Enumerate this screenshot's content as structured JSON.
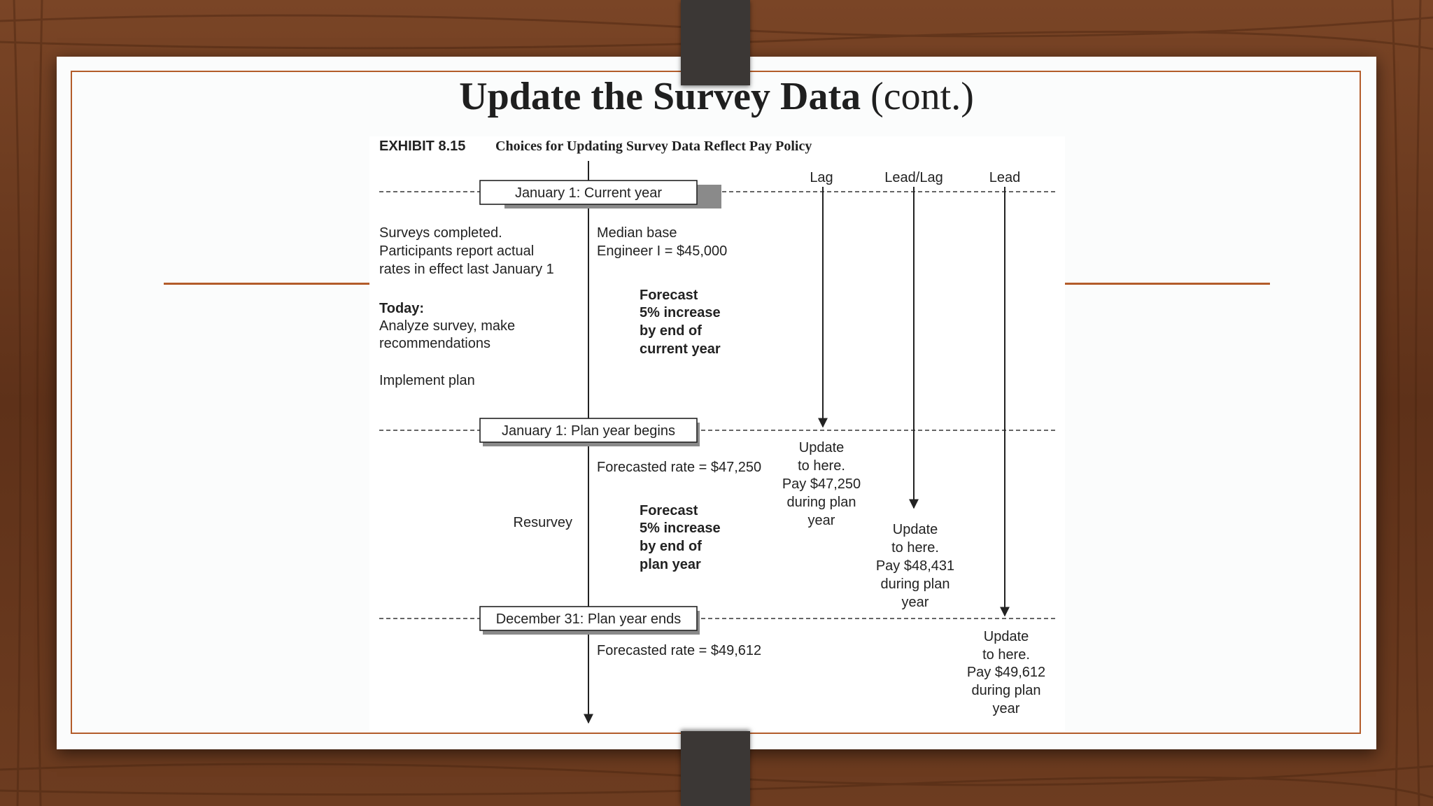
{
  "slide": {
    "title_bold": "Update the Survey Data",
    "title_rest": " (cont.)"
  },
  "exhibit": {
    "label": "EXHIBIT 8.15",
    "caption": "Choices for Updating Survey Data Reflect Pay Policy",
    "columns": {
      "lag": "Lag",
      "leadlag": "Lead/Lag",
      "lead": "Lead"
    },
    "milestones": {
      "current_year": "January 1: Current year",
      "plan_begins": "January 1: Plan year begins",
      "plan_ends": "December 31: Plan year ends"
    },
    "left_notes": {
      "surveys": [
        "Surveys completed.",
        "Participants report actual",
        "rates in effect last January 1"
      ],
      "today_heading": "Today:",
      "today": [
        "Analyze survey, make",
        "recommendations"
      ],
      "implement": "Implement plan",
      "resurvey": "Resurvey"
    },
    "median": [
      "Median base",
      "Engineer I = $45,000"
    ],
    "forecast1": [
      "Forecast",
      "5% increase",
      "by end of",
      "current year"
    ],
    "forecasted_rate_1": "Forecasted rate = $47,250",
    "forecast2": [
      "Forecast",
      "5% increase",
      "by end of",
      "plan year"
    ],
    "forecasted_rate_2": "Forecasted rate = $49,612",
    "lag_update": [
      "Update",
      "to here.",
      "Pay $47,250",
      "during plan",
      "year"
    ],
    "leadlag_update": [
      "Update",
      "to here.",
      "Pay $48,431",
      "during plan",
      "year"
    ],
    "lead_update": [
      "Update",
      "to here.",
      "Pay $49,612",
      "during plan",
      "year"
    ]
  },
  "colors": {
    "accent": "#b35c2a",
    "wood": "#6b3a1f",
    "strap": "#3b3735"
  }
}
